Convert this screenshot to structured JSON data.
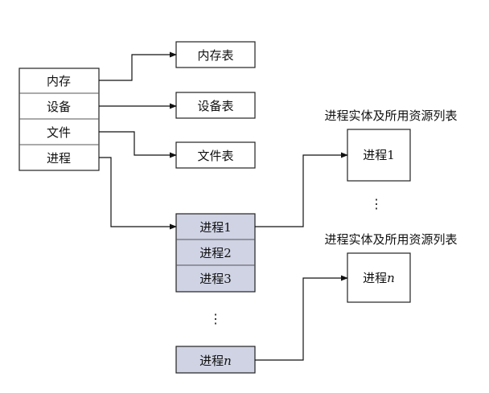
{
  "system_table": {
    "rows": [
      "内存",
      "设备",
      "文件",
      "进程"
    ]
  },
  "tables": {
    "memory": "内存表",
    "device": "设备表",
    "file": "文件表"
  },
  "process_list": {
    "items": [
      "进程1",
      "进程2",
      "进程3"
    ],
    "ellipsis": "⋮",
    "last_prefix": "进程",
    "last_suffix": "n"
  },
  "resource_lists": {
    "caption_1": "进程实体及所用资源列表",
    "process_1": "进程1",
    "ellipsis": "⋮",
    "caption_n": "进程实体及所用资源列表",
    "process_n_prefix": "进程",
    "process_n_suffix": "n"
  }
}
